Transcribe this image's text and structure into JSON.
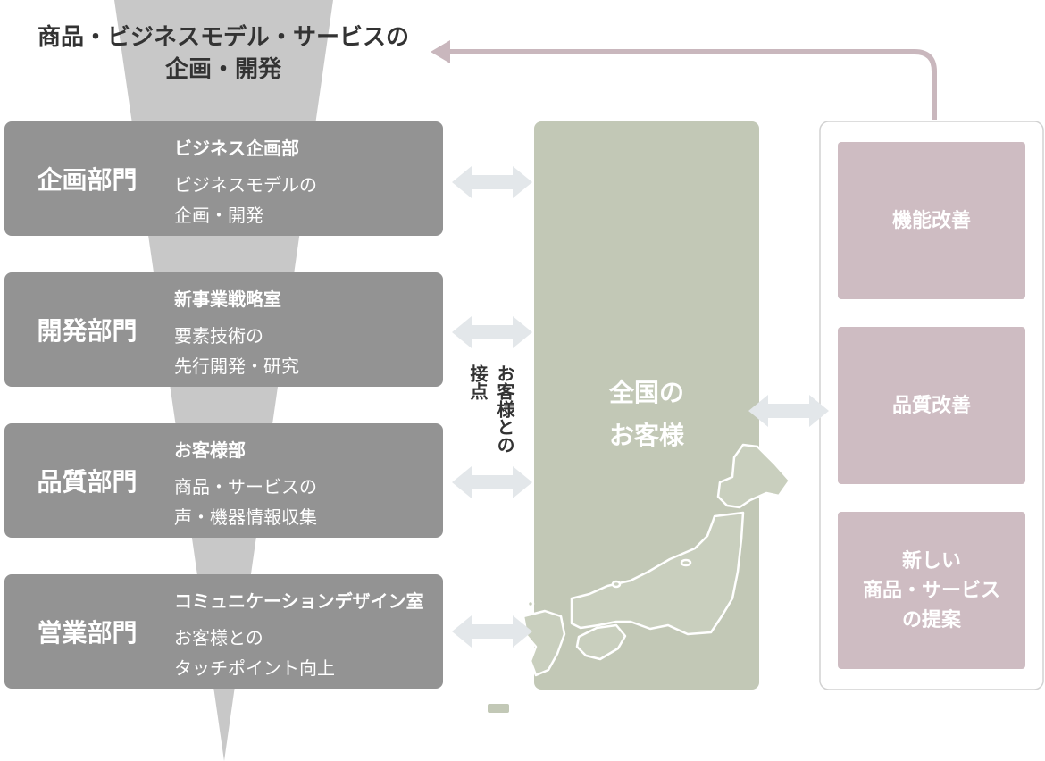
{
  "colors": {
    "department_box": "#939393",
    "funnel": "#c8c8c8",
    "customer_panel": "#c2c8b6",
    "map_fill": "#c9cfbe",
    "map_outline": "#ffffff",
    "improvement_box": "#cebcc2",
    "feedback_arrow": "#c9b7bd",
    "link_arrow": "#e3e7ea",
    "heading_text": "#333333"
  },
  "top_goal": {
    "line1": "商品・ビジネスモデル・サービスの",
    "line2": "企画・開発"
  },
  "departments": [
    {
      "name": "企画部門",
      "sub": "ビジネス企画部",
      "desc1": "ビジネスモデルの",
      "desc2": "企画・開発"
    },
    {
      "name": "開発部門",
      "sub": "新事業戦略室",
      "desc1": "要素技術の",
      "desc2": "先行開発・研究"
    },
    {
      "name": "品質部門",
      "sub": "お客様部",
      "desc1": "商品・サービスの",
      "desc2": "声・機器情報収集"
    },
    {
      "name": "営業部門",
      "sub": "コミュニケーションデザイン室",
      "desc1": "お客様との",
      "desc2": "タッチポイント向上"
    }
  ],
  "contact_point": "お客様との接点",
  "customers": {
    "line1": "全国の",
    "line2": "お客様"
  },
  "map_icon": "japan-map-icon",
  "improvements": [
    {
      "line1": "機能改善",
      "line2": "",
      "line3": ""
    },
    {
      "line1": "品質改善",
      "line2": "",
      "line3": ""
    },
    {
      "line1": "新しい",
      "line2": "商品・サービス",
      "line3": "の提案"
    }
  ]
}
